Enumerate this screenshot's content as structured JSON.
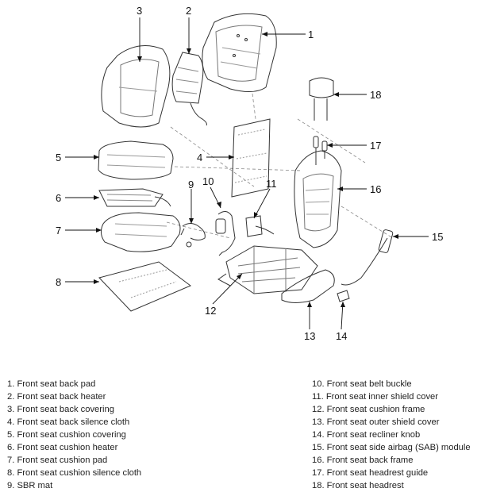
{
  "callouts": [
    {
      "n": "1"
    },
    {
      "n": "2"
    },
    {
      "n": "3"
    },
    {
      "n": "4"
    },
    {
      "n": "5"
    },
    {
      "n": "6"
    },
    {
      "n": "7"
    },
    {
      "n": "8"
    },
    {
      "n": "9"
    },
    {
      "n": "10"
    },
    {
      "n": "11"
    },
    {
      "n": "12"
    },
    {
      "n": "13"
    },
    {
      "n": "14"
    },
    {
      "n": "15"
    },
    {
      "n": "16"
    },
    {
      "n": "17"
    },
    {
      "n": "18"
    }
  ],
  "legend_left": [
    "1. Front seat back pad",
    "2. Front seat back heater",
    "3. Front seat back covering",
    "4. Front seat back silence cloth",
    "5. Front seat cushion covering",
    "6. Front seat cushion heater",
    "7. Front seat cushion pad",
    "8. Front seat cushion silence cloth",
    "9. SBR mat"
  ],
  "legend_right": [
    "10. Front seat belt buckle",
    "11. Front seat inner shield cover",
    "12. Front seat cushion frame",
    "13. Front seat outer shield cover",
    "14. Front seat recliner knob",
    "15. Front seat side airbag (SAB) module",
    "16. Front seat back frame",
    "17. Front seat headrest guide",
    "18. Front seat headrest"
  ]
}
